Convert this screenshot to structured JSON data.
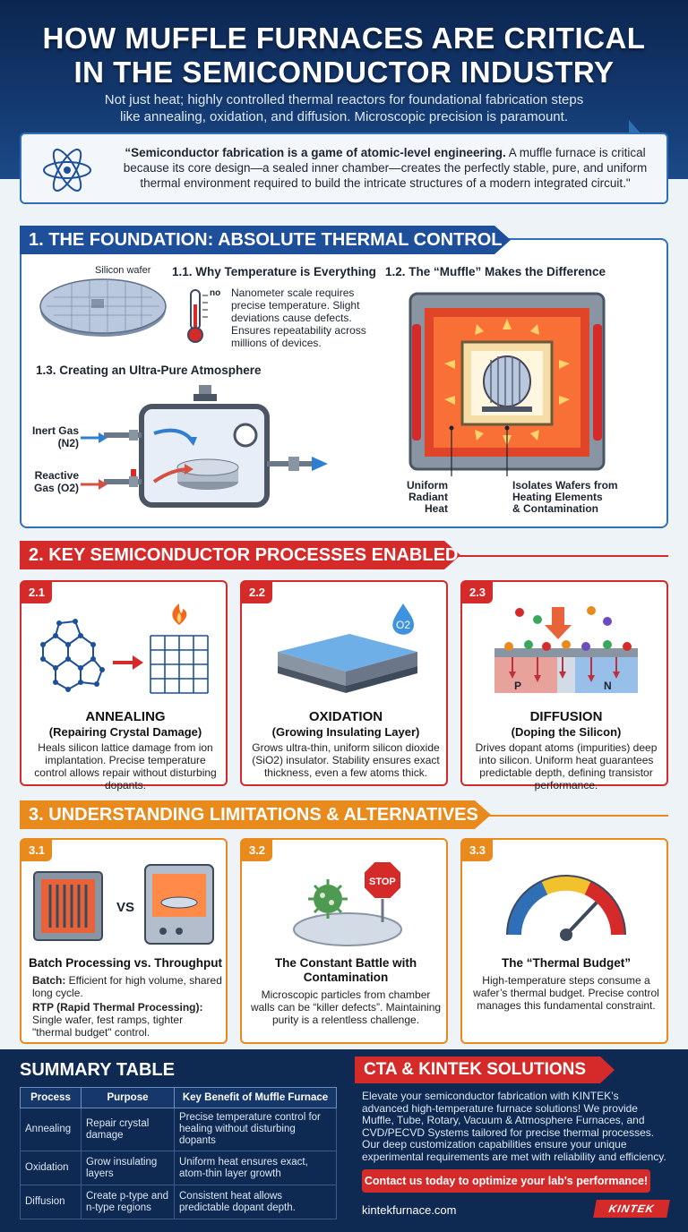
{
  "header": {
    "title_line1": "HOW MUFFLE FURNACES ARE CRITICAL",
    "title_line2": "IN THE SEMICONDUCTOR INDUSTRY",
    "subtitle_line1": "Not just heat; highly controlled thermal reactors for foundational fabrication steps",
    "subtitle_line2": "like annealing, oxidation, and diffusion. Microscopic precision is paramount.",
    "quote_bold": "“Semiconductor fabrication is a game of atomic-level engineering.",
    "quote_rest": " A muffle furnace is critical because its core design—a sealed inner chamber—creates the perfectly stable, pure, and uniform thermal environment required to build the intricate structures of a modern integrated circuit.\""
  },
  "section1": {
    "heading": "1. THE FOUNDATION: ABSOLUTE THERMAL CONTROL",
    "wafer_label": "Silicon wafer",
    "h_temp": "1.1. Why Temperature is Everything",
    "thermo_label": "no",
    "temp_text": "Nanometer scale requires precise temperature. Slight deviations cause defects. Ensures repeatability across millions of devices.",
    "h_muffle": "1.2. The “Muffle” Makes the Difference",
    "h_atmos": "1.3. Creating an Ultra-Pure Atmosphere",
    "inert_gas_1": "Inert Gas",
    "inert_gas_2": "(N2)",
    "reactive_gas_1": "Reactive",
    "reactive_gas_2": "Gas (O2)",
    "uniform_1": "Uniform",
    "uniform_2": "Radiant",
    "uniform_3": "Heat",
    "isolates_1": "Isolates Wafers from",
    "isolates_2": "Heating Elements",
    "isolates_3": "& Contamination"
  },
  "section2": {
    "heading": "2. KEY SEMICONDUCTOR PROCESSES ENABLED",
    "cards": [
      {
        "num": "2.1",
        "title": "ANNEALING",
        "sub": "(Repairing Crystal Damage)",
        "text": "Heals silicon lattice damage from ion implantation. Precise temperature control allows repair without disturbing dopants."
      },
      {
        "num": "2.2",
        "title": "OXIDATION",
        "sub": "(Growing Insulating Layer)",
        "text": "Grows ultra-thin, uniform silicon dioxide (SiO2) insulator. Stability ensures exact thickness, even a few atoms thick.",
        "badge_o2": "O2"
      },
      {
        "num": "2.3",
        "title": "DIFFUSION",
        "sub": "(Doping the Silicon)",
        "text": "Drives dopant atoms (impurities) deep into silicon. Uniform heat guarantees predictable depth, defining transistor performance.",
        "p_label": "P",
        "n_label": "N"
      }
    ]
  },
  "section3": {
    "heading": "3. UNDERSTANDING LIMITATIONS & ALTERNATIVES",
    "cards": [
      {
        "num": "3.1",
        "title": "Batch Processing vs. Throughput",
        "vs": "VS",
        "batch_label": "Batch:",
        "batch_text": " Efficient for high volume, shared long cycle.",
        "rtp_label": "RTP (Rapid Thermal Processing):",
        "rtp_text": " Single wafer, fest ramps, tighter \"thermal budget\" control."
      },
      {
        "num": "3.2",
        "title_1": "The Constant Battle with",
        "title_2": "Contamination",
        "stop": "STOP",
        "text": "Microscopic particles from chamber walls can be “killer defects”. Maintaining purity is a relentless challenge."
      },
      {
        "num": "3.3",
        "title": "The “Thermal Budget”",
        "text": "High-temperature steps consume a wafer’s thermal budget. Precise control manages this fundamental constraint."
      }
    ]
  },
  "summary": {
    "title": "SUMMARY TABLE",
    "headers": [
      "Process",
      "Purpose",
      "Key Benefit of Muffle Furnace"
    ],
    "rows": [
      [
        "Annealing",
        "Repair crystal damage",
        "Precise temperature control for healing without disturbing dopants"
      ],
      [
        "Oxidation",
        "Grow insulating layers",
        "Uniform heat ensures exact, atom-thin layer growth"
      ],
      [
        "Diffusion",
        "Create p-type and n-type regions",
        "Consistent heat allows predictable dopant depth."
      ]
    ]
  },
  "cta": {
    "heading": "CTA & KINTEK SOLUTIONS",
    "text": "Elevate your semiconductor fabrication with KINTEK’s advanced high-temperature furnace solutions! We provide Muffle, Tube, Rotary, Vacuum & Atmosphere Furnaces, and CVD/PECVD Systems tailored for precise thermal processes. Our deep customization capabilities ensure your unique experimental requirements are met with reliability and efficiency.",
    "button": "Contact us today to optimize your lab's performance!",
    "website": "kintekfurnace.com",
    "logo": "KINTEK"
  }
}
